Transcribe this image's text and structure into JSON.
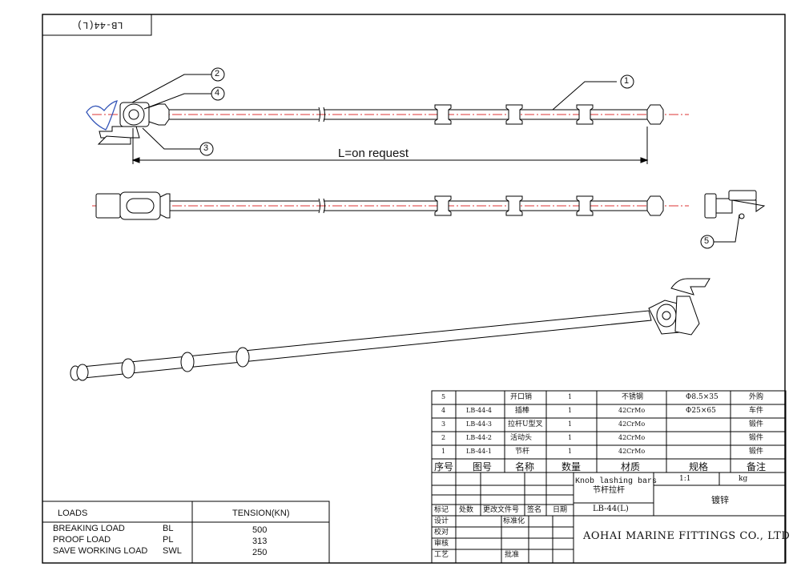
{
  "drawing": {
    "title_stamp": "LB-44(L)",
    "dimension_label": "L=on request",
    "balloons": [
      "1",
      "2",
      "4",
      "3",
      "5"
    ]
  },
  "parts_list": {
    "rows": [
      {
        "no": "5",
        "code": "",
        "name": "开口销",
        "qty": "1",
        "material": "不锈钢",
        "spec": "Φ8.5×35",
        "remark": "外购"
      },
      {
        "no": "4",
        "code": "LB-44-4",
        "name": "插棒",
        "qty": "1",
        "material": "42CrMo",
        "spec": "Φ25×65",
        "remark": "车件"
      },
      {
        "no": "3",
        "code": "LB-44-3",
        "name": "拉杆U型叉",
        "qty": "1",
        "material": "42CrMo",
        "spec": "",
        "remark": "锻件"
      },
      {
        "no": "2",
        "code": "LB-44-2",
        "name": "活动头",
        "qty": "1",
        "material": "42CrMo",
        "spec": "",
        "remark": "锻件"
      },
      {
        "no": "1",
        "code": "LB-44-1",
        "name": "节杆",
        "qty": "1",
        "material": "42CrMo",
        "spec": "",
        "remark": "锻件"
      }
    ],
    "headers": {
      "no": "序号",
      "code": "图号",
      "name": "名称",
      "qty": "数量",
      "material": "材质",
      "spec": "规格",
      "remark": "备注"
    }
  },
  "title_block": {
    "product_en": "Knob lashing bars",
    "product_cn": "节杆拉杆",
    "scale": "1:1",
    "unit": "kg",
    "finish": "镀锌",
    "drawing_no": "LB-44(L)",
    "company": "AOHAI MARINE FITTINGS CO., LTD",
    "rev_headers": [
      "标记",
      "处数",
      "更改文件号",
      "签名",
      "日期"
    ],
    "roles": [
      "设计",
      "校对",
      "审核",
      "工艺"
    ],
    "standardize": "标准化",
    "approve": "批准"
  },
  "loads_table": {
    "header_left": "LOADS",
    "header_right": "TENSION(KN)",
    "rows": [
      {
        "name": "BREAKING LOAD",
        "abbr": "BL",
        "value": "500"
      },
      {
        "name": "PROOF LOAD",
        "abbr": "PL",
        "value": "313"
      },
      {
        "name": "SAVE WORKING LOAD",
        "abbr": "SWL",
        "value": "250"
      }
    ]
  }
}
